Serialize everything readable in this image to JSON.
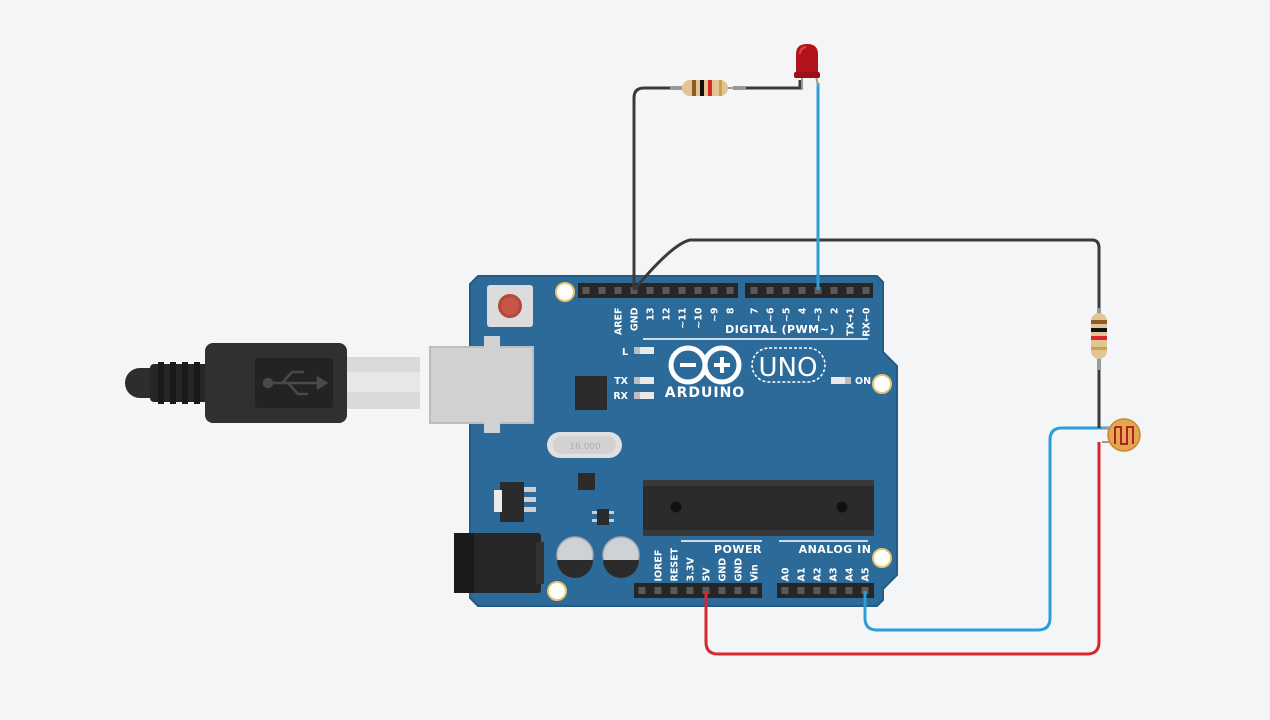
{
  "board": {
    "brand": "ARDUINO",
    "model": "UNO",
    "crystal": "16.000",
    "digital_header": "DIGITAL (PWM~)",
    "power_header": "POWER",
    "analog_header": "ANALOG IN",
    "led_l": "L",
    "led_tx": "TX",
    "led_rx": "RX",
    "led_on": "ON",
    "digital_pins_left": [
      "AREF",
      "GND",
      "13",
      "12",
      "~11",
      "~10",
      "~9",
      "8"
    ],
    "digital_pins_right": [
      "7",
      "~6",
      "~5",
      "4",
      "~3",
      "2",
      "TX→1",
      "RX←0"
    ],
    "power_pins": [
      "IOREF",
      "RESET",
      "3.3V",
      "5V",
      "GND",
      "GND",
      "Vin"
    ],
    "analog_pins": [
      "A0",
      "A1",
      "A2",
      "A3",
      "A4",
      "A5"
    ]
  },
  "colors": {
    "background": "#f4f5f7",
    "board": "#2c6a99",
    "wire_black": "#3a3a3a",
    "wire_blue": "#2a9fd6",
    "wire_red": "#d9272e",
    "led": "#b3141b",
    "resistor_body": "#e2c593",
    "photoresistor": "#e6a550"
  },
  "components": {
    "usb_cable": "usb-b-cable",
    "led": "red-led",
    "resistors": 2,
    "sensor": "photoresistor"
  }
}
